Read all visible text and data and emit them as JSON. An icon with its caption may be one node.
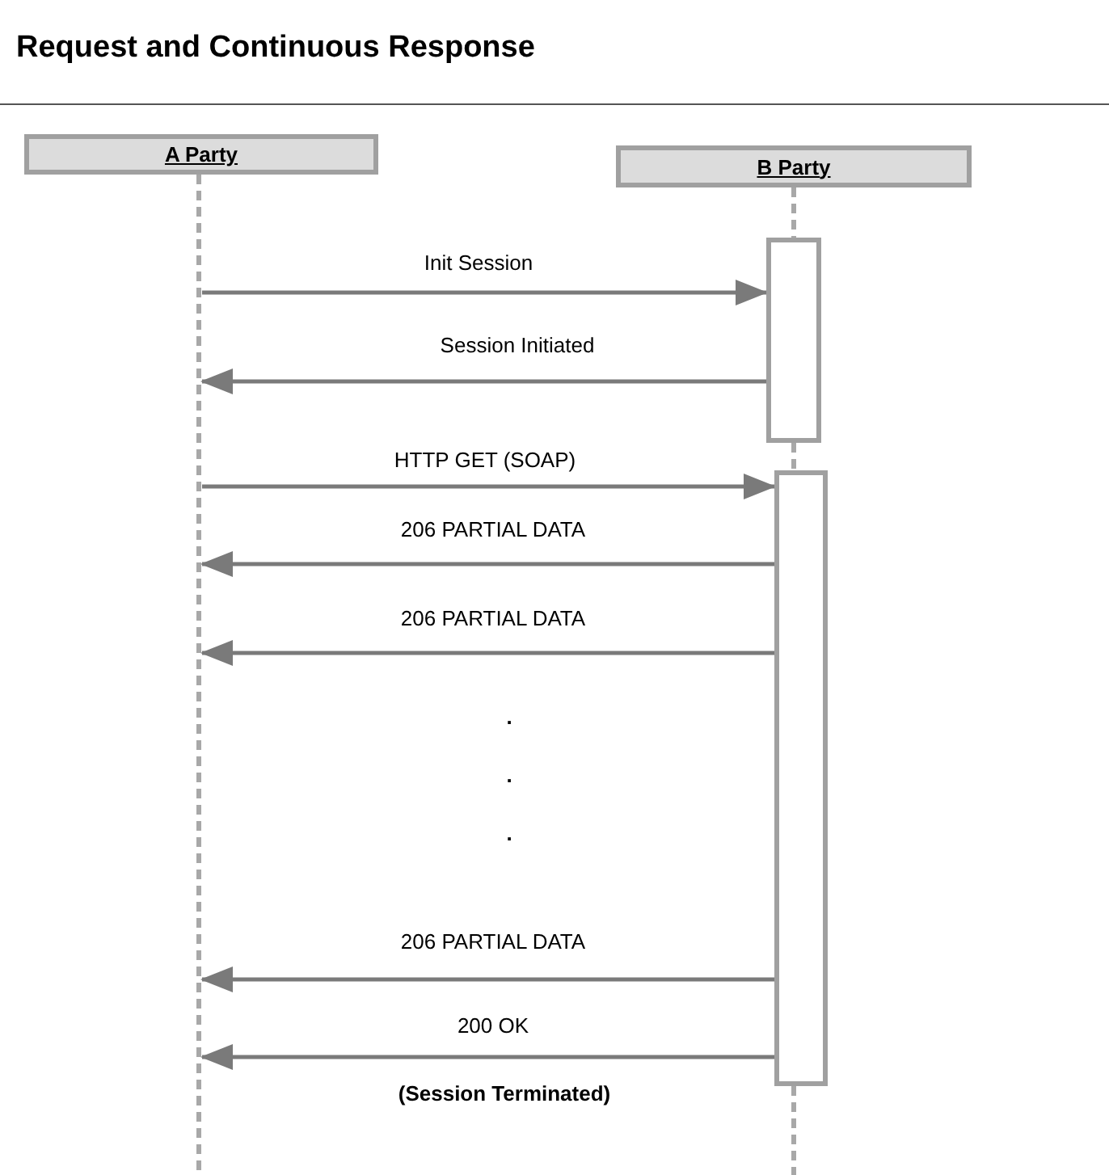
{
  "diagram": {
    "title": "Request and Continuous Response",
    "nodes": [
      {
        "text": [
          "A Party"
        ]
      },
      {
        "text": [
          "B Party"
        ]
      },
      {
        "text": [],
        "shape": "line"
      },
      {
        "text": [],
        "shape": "bar"
      },
      {
        "text": [],
        "shape": "bar"
      }
    ],
    "edges": [
      {
        "from": 2,
        "to": 3,
        "arrow": "to",
        "label": "Init Session"
      },
      {
        "from": 3,
        "to": 2,
        "arrow": "to",
        "label": "Session Initiated"
      },
      {
        "from": 2,
        "to": 4,
        "arrow": "to",
        "label": "HTTP GET (SOAP)"
      },
      {
        "from": 4,
        "to": 2,
        "arrow": "to",
        "label": "206 PARTIAL DATA"
      },
      {
        "from": 4,
        "to": 2,
        "arrow": "to",
        "label": "206 PARTIAL DATA"
      },
      {
        "from": 4,
        "to": 2,
        "arrow": "to",
        "label": "206 PARTIAL DATA"
      },
      {
        "from": 4,
        "to": 2,
        "arrow": "to",
        "label": "200 OK"
      },
      {
        "from": 1,
        "to": 3,
        "arrow": "none",
        "style": "dashed"
      },
      {
        "from": 3,
        "to": 4,
        "arrow": "none",
        "style": "dashed"
      },
      {
        "from": 4,
        "to": null,
        "arrow": "none",
        "style": "dashed"
      }
    ],
    "labels": [
      ".",
      ".",
      ".",
      "(Session Terminated)"
    ]
  }
}
